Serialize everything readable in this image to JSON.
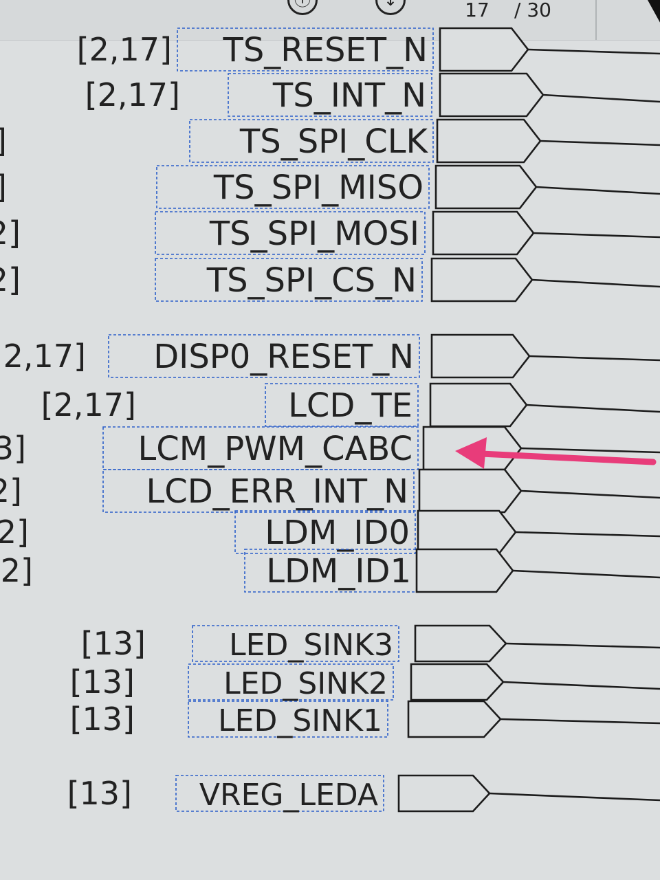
{
  "viewer": {
    "current_page": "17",
    "page_total": "/ 30",
    "buttons": [
      {
        "name": "info-icon",
        "glyph": "ⓘ"
      },
      {
        "name": "download-icon",
        "glyph": "↓"
      }
    ]
  },
  "schematic": {
    "nets": [
      {
        "ref": "[2,17]",
        "label": "TS_RESET_N"
      },
      {
        "ref": "[2,17]",
        "label": "TS_INT_N"
      },
      {
        "ref": "]",
        "label": "TS_SPI_CLK"
      },
      {
        "ref": "]",
        "label": "TS_SPI_MISO"
      },
      {
        "ref": "2]",
        "label": "TS_SPI_MOSI"
      },
      {
        "ref": "2]",
        "label": "TS_SPI_CS_N"
      },
      {
        "ref": "2,17]",
        "label": "DISP0_RESET_N"
      },
      {
        "ref": "[2,17]",
        "label": "LCD_TE"
      },
      {
        "ref": "3]",
        "label": "LCM_PWM_CABC"
      },
      {
        "ref": "2]",
        "label": "LCD_ERR_INT_N"
      },
      {
        "ref": "2]",
        "label": "LDM_ID0"
      },
      {
        "ref": "2]",
        "label": "LDM_ID1"
      },
      {
        "ref": "[13]",
        "label": "LED_SINK3"
      },
      {
        "ref": "[13]",
        "label": "LED_SINK2"
      },
      {
        "ref": "[13]",
        "label": "LED_SINK1"
      },
      {
        "ref": "[13]",
        "label": "VREG_LEDA"
      }
    ],
    "highlighted_net": "LCM_PWM_CABC",
    "colors": {
      "label_box": "#2b5fc9",
      "arrow": "#e83c7a",
      "wire": "#1c1c1c",
      "background": "#dcdfe0"
    }
  }
}
